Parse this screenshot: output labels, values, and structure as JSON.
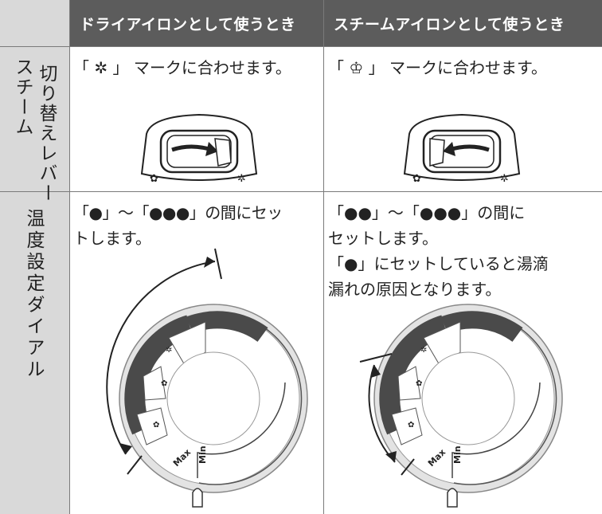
{
  "table": {
    "header": {
      "dry": "ドライアイロンとして使うとき",
      "steam": "スチームアイロンとして使うとき"
    },
    "rows": [
      {
        "label_col1": "切り替えレバー",
        "label_col2": "スチーム",
        "dry_text": "「 ✲ 」 マークに合わせます。",
        "steam_text": "「 ♔ 」 マークに合わせます。"
      },
      {
        "label": "温度設定ダイアル",
        "dry_text_line1": "「●」～「●●●」の間にセッ",
        "dry_text_line2": "トします。",
        "steam_text_line1": "「●●」～「●●●」の間に",
        "steam_text_line2": "セットします。",
        "steam_text_line3": "「●」にセットしていると湯滴",
        "steam_text_line4": "漏れの原因となります。"
      }
    ]
  },
  "dial": {
    "max_label": "Max",
    "min_label": "Min"
  },
  "colors": {
    "header_bg": "#5c5c5c",
    "label_bg": "#d9d9d9",
    "dial_band": "#4a4a4a"
  }
}
